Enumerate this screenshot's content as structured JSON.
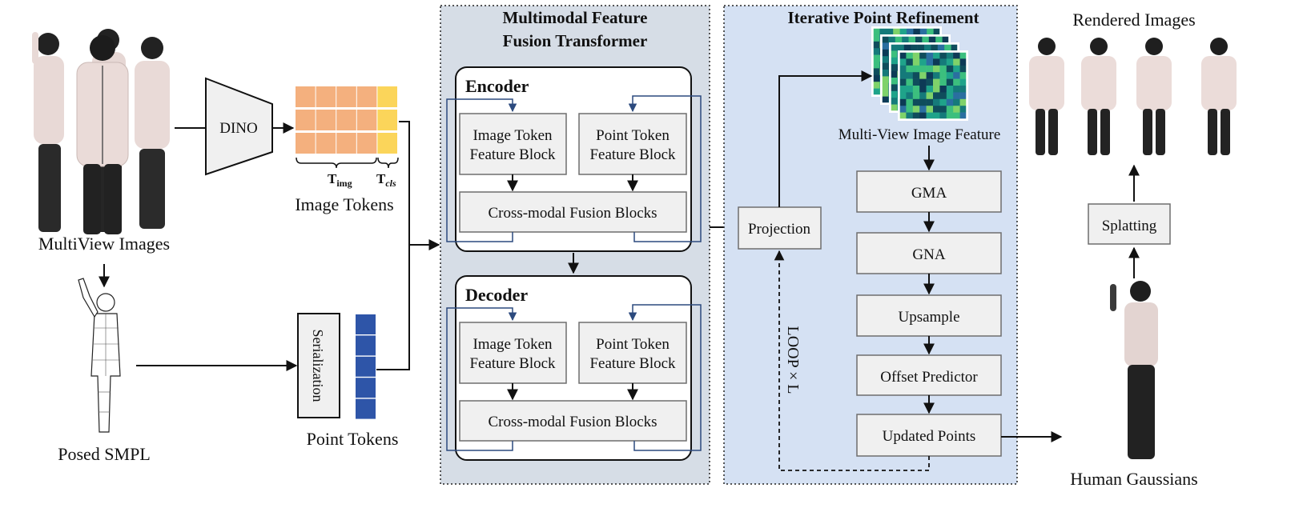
{
  "inputs": {
    "multiview_label": "MultiView Images",
    "smpl_label": "Posed SMPL",
    "dino_label": "DINO",
    "image_tokens_label": "Image Tokens",
    "t_img_main": "T",
    "t_img_sub": "img",
    "t_cls_main": "T",
    "t_cls_sub": "cls",
    "serialization_label": "Serialization",
    "point_tokens_label": "Point Tokens"
  },
  "fusion": {
    "title_line1": "Multimodal Feature",
    "title_line2": "Fusion Transformer",
    "encoder": {
      "title": "Encoder",
      "image_block_line1": "Image Token",
      "image_block_line2": "Feature Block",
      "point_block_line1": "Point Token",
      "point_block_line2": "Feature Block",
      "cross_modal": "Cross-modal Fusion Blocks"
    },
    "decoder": {
      "title": "Decoder",
      "image_block_line1": "Image Token",
      "image_block_line2": "Feature Block",
      "point_block_line1": "Point Token",
      "point_block_line2": "Feature Block",
      "cross_modal": "Cross-modal Fusion Blocks"
    }
  },
  "refinement": {
    "title": "Iterative Point Refinement",
    "feature_label": "Multi-View Image Feature",
    "projection": "Projection",
    "gma": "GMA",
    "gna": "GNA",
    "upsample": "Upsample",
    "offset_predictor": "Offset Predictor",
    "updated_points": "Updated Points",
    "loop_label": "LOOP × L"
  },
  "outputs": {
    "rendered_label": "Rendered Images",
    "splatting": "Splatting",
    "gaussians_label": "Human Gaussians"
  },
  "colors": {
    "fusion_panel": "#d6dde6",
    "refinement_panel": "#d5e1f3",
    "image_token": "#f4b07e",
    "cls_token": "#fbd55a",
    "point_token": "#2e55a8",
    "skip_line": "#2c4a7e",
    "block_fill": "#f0f0f0",
    "block_stroke": "#6e6e6e"
  }
}
